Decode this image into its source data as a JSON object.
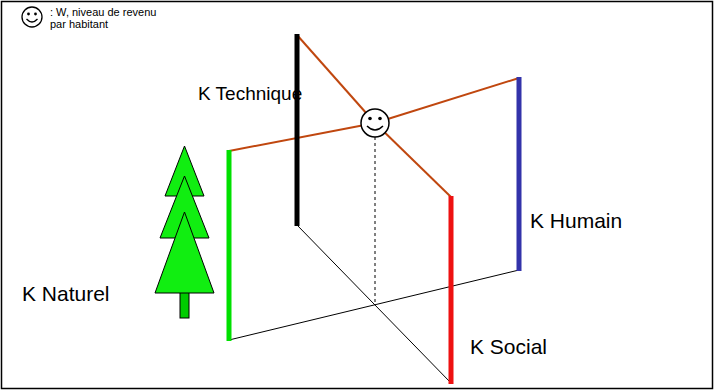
{
  "diagram": {
    "labels": [
      "K Technique",
      "K Naturel",
      "K Humain",
      "K Social"
    ],
    "legend": [
      {
        "text": ": W, niveau de revenu par habitant"
      }
    ]
  }
}
